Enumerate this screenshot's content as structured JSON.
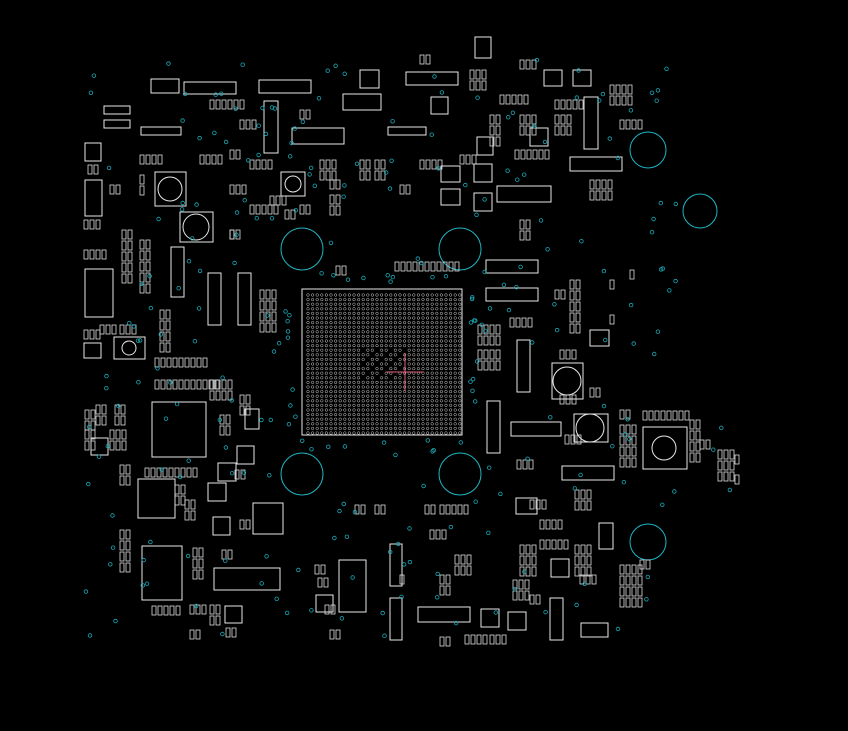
{
  "board": {
    "background": "#000000",
    "outline_color": "#e8e8e8",
    "hole_color": "#1fb6c4",
    "via_color": "#1aa9b8",
    "marker_color": "#e0607a"
  },
  "parts": {
    "cpu": "bga-cpu",
    "mounting_holes": "mounting-hole",
    "vias": "test-point",
    "components": "smd-component"
  }
}
